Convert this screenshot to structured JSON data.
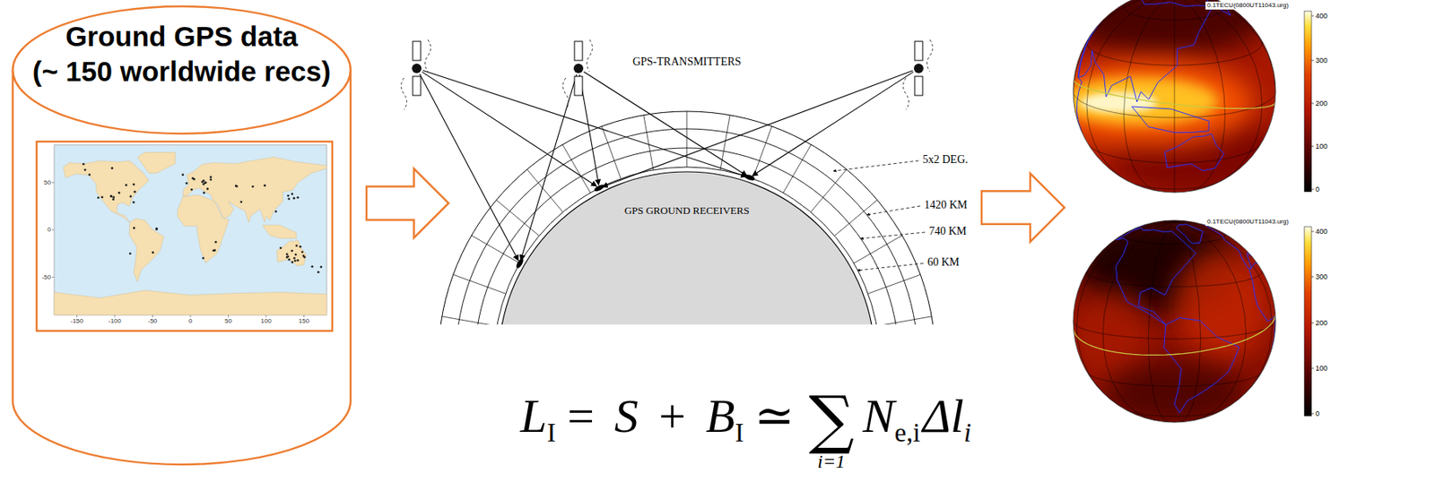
{
  "diagram": {
    "nodes": [
      {
        "text": [
          "Ground GPS data",
          "(~ 150 worldwide recs)"
        ]
      }
    ],
    "labels": [
      "GPS-TRANSMITTERS",
      "GPS GROUND RECEIVERS",
      "5x2 DEG.",
      "1420 KM",
      "740 KM",
      "60 KM",
      "L",
      "I",
      "= S + B",
      "I",
      "≃",
      "∑",
      "i=1",
      "N",
      "e,i",
      "Δl",
      "i",
      "-150",
      "-100",
      "-50",
      "0",
      "50",
      "100",
      "150",
      "50",
      "0",
      "-50",
      "400",
      "300",
      "200",
      "100",
      "0",
      "0.1TECU(0800UT11043.urg)",
      "400",
      "300",
      "200",
      "100",
      "0",
      "0.1TECU(0800UT11043.urg)"
    ]
  }
}
